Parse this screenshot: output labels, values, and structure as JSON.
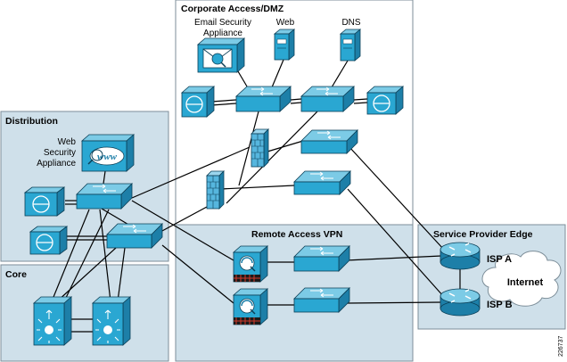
{
  "colors": {
    "zone_fill": "#cfe0ea",
    "zone_stroke": "#7d8e99",
    "device_front": "#2aa7d2",
    "device_top": "#7ccbe6",
    "device_side": "#1d7fa8",
    "link": "#000000",
    "firewall": "#56b6de"
  },
  "zones": {
    "corporate": "Corporate Access/DMZ",
    "distribution": "Distribution",
    "core": "Core",
    "remote_vpn": "Remote Access VPN",
    "provider_edge": "Service Provider Edge"
  },
  "labels": {
    "email_security_line1": "Email Security",
    "email_security_line2": "Appliance",
    "web": "Web",
    "dns": "DNS",
    "web_security_line1": "Web",
    "web_security_line2": "Security",
    "web_security_line3": "Appliance",
    "isp_a": "ISP A",
    "isp_b": "ISP B",
    "internet": "Internet",
    "figure_id": "226737"
  },
  "icons": {
    "email_appliance": "email-security-appliance-icon",
    "web_server": "server-icon",
    "dns_server": "server-icon",
    "web_security": "web-security-appliance-icon",
    "switch": "switch-icon",
    "module": "service-module-icon",
    "firewall": "firewall-icon",
    "vpn": "vpn-concentrator-icon",
    "router": "router-icon",
    "core_switch": "layer3-switch-icon",
    "cloud": "cloud-icon"
  }
}
